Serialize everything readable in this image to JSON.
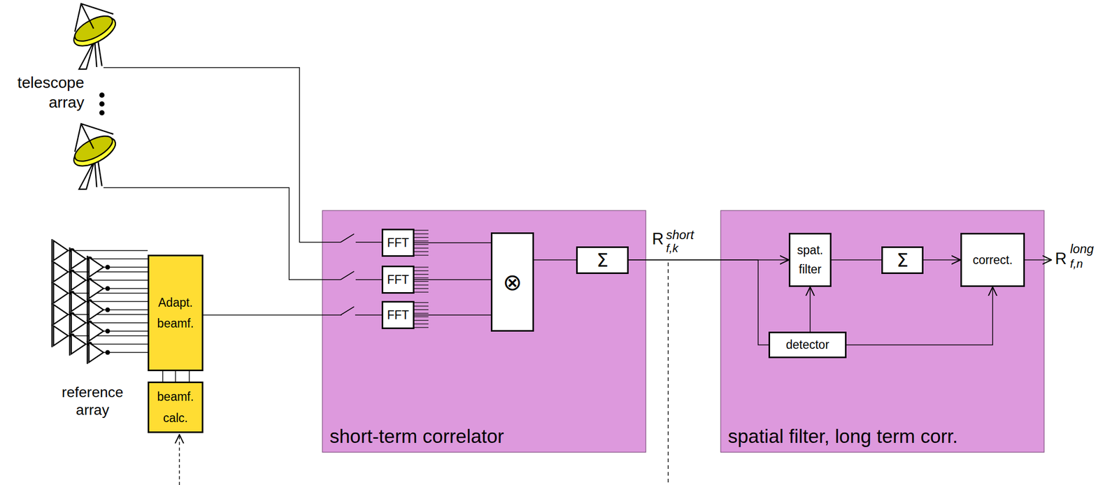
{
  "diagram": {
    "nodes": [
      {
        "text": [
          "short-term correlator"
        ]
      },
      {
        "text": [
          "FFT"
        ],
        "in": 0
      },
      {
        "text": [
          "FFT"
        ],
        "in": 0
      },
      {
        "text": [
          "FFT"
        ],
        "in": 0
      },
      {
        "text": [
          "⊗"
        ],
        "in": 0
      },
      {
        "text": [
          "Σ"
        ],
        "in": 0
      },
      {
        "text": [
          "spatial filter, long term corr."
        ]
      },
      {
        "text": [
          "spat. filter"
        ],
        "in": 6
      },
      {
        "text": [
          "Σ"
        ],
        "in": 6
      },
      {
        "text": [
          "correct."
        ],
        "in": 6
      },
      {
        "text": [
          "detector"
        ],
        "in": 6
      },
      {
        "text": [
          "Adapt. beamf."
        ]
      },
      {
        "text": [
          "beamf. calc."
        ]
      }
    ],
    "edges": [
      {
        "from": 1,
        "to": 4,
        "arrow": "none"
      },
      {
        "from": 2,
        "to": 4,
        "arrow": "none"
      },
      {
        "from": 3,
        "to": 4,
        "arrow": "none"
      },
      {
        "from": 4,
        "to": 5,
        "arrow": "none"
      },
      {
        "from": 5,
        "to": 7,
        "arrow": "to"
      },
      {
        "from": 7,
        "to": 8,
        "arrow": "none"
      },
      {
        "from": 8,
        "to": 9,
        "arrow": "to"
      },
      {
        "from": 5,
        "to": 10,
        "arrow": "none"
      },
      {
        "from": 10,
        "to": 7,
        "arrow": "to"
      },
      {
        "from": 10,
        "to": 9,
        "arrow": "to"
      },
      {
        "from": 11,
        "to": 3,
        "arrow": "none"
      },
      {
        "from": 12,
        "to": 11,
        "arrow": "none"
      }
    ],
    "labels": [
      "telescope array",
      "reference array",
      "R",
      "short",
      "f,k",
      "R",
      "long",
      "f,n"
    ]
  }
}
